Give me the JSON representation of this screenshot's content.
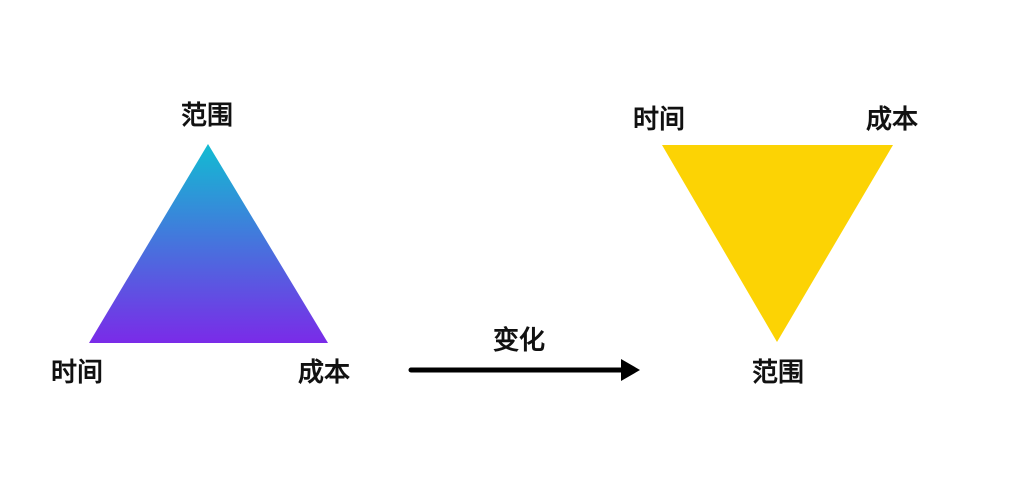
{
  "left_triangle": {
    "top_label": "范围",
    "bottom_left_label": "时间",
    "bottom_right_label": "成本",
    "gradient_top_color": "#12bcd2",
    "gradient_bottom_color": "#7a2be8"
  },
  "arrow": {
    "label": "变化",
    "color": "#000000"
  },
  "right_triangle": {
    "top_left_label": "时间",
    "top_right_label": "成本",
    "bottom_label": "范围",
    "fill_color": "#fcd304"
  }
}
